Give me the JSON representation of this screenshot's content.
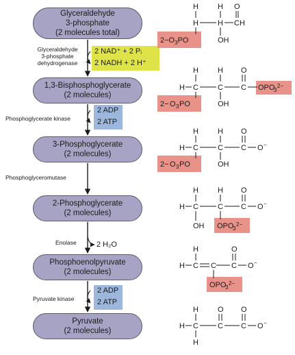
{
  "pathway": {
    "s1": {
      "l1": "Glyceraldehyde",
      "l2": "3-phosphate",
      "l3": "(2 molecules total)"
    },
    "s2": {
      "l1": "1,3-Bisphosphoglycerate",
      "l2": "(2 molecules)"
    },
    "s3": {
      "l1": "3-Phosphoglycerate",
      "l2": "(2 molecules)"
    },
    "s4": {
      "l1": "2-Phosphoglycerate",
      "l2": "(2 molecules)"
    },
    "s5": {
      "l1": "Phosphoenolpyruvate",
      "l2": "(2 molecules)"
    },
    "s6": {
      "l1": "Pyruvate",
      "l2": "(2 molecules)"
    }
  },
  "enzymes": {
    "e1": {
      "l1": "Glyceraldehyde",
      "l2": "3-phosphate",
      "l3": "dehydrogenase"
    },
    "e2": "Phosphoglycerate kinase",
    "e3": "Phosphoglyceromutase",
    "e4": "Enolase",
    "e5": "Pyruvate kinase"
  },
  "cofactors": {
    "nad_in": "2 NAD⁺ + 2 Pᵢ",
    "nadh_out": "2 NADH + 2 H⁺",
    "adp1": "2 ADP",
    "atp1": "2 ATP",
    "water": "2 H₂O",
    "adp2": "2 ADP",
    "atp2": "2 ATP"
  },
  "colors": {
    "pill_fill": "#a7a3c4",
    "yellow_box": "#dfe34a",
    "blue_box": "#9db7dc",
    "phosphate_box": "#e9928a"
  }
}
